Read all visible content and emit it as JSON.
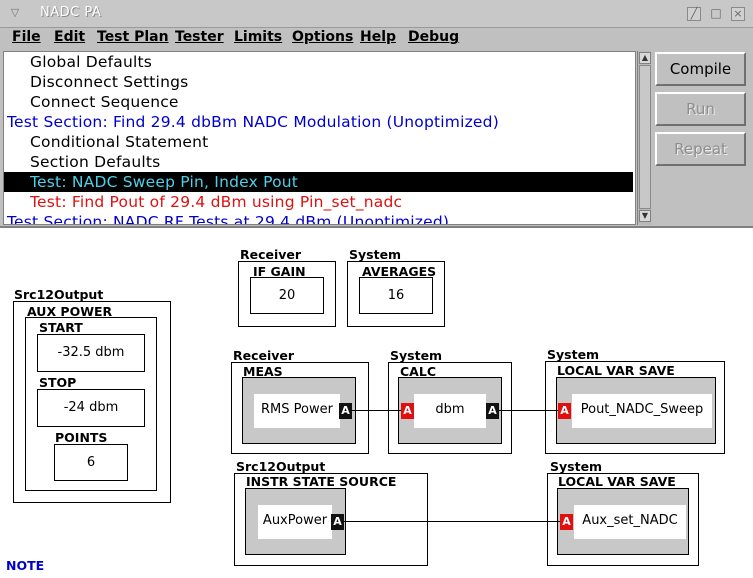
{
  "window": {
    "title": "NADC PA"
  },
  "menubar": {
    "items": [
      "File",
      "Edit",
      "Test Plan",
      "Tester",
      "Limits",
      "Options",
      "Help",
      "Debug"
    ]
  },
  "test_list": {
    "rows": [
      {
        "text": "Global Defaults",
        "indent": 1,
        "color": "black",
        "selected": false
      },
      {
        "text": "Disconnect Settings",
        "indent": 1,
        "color": "black",
        "selected": false
      },
      {
        "text": "Connect Sequence",
        "indent": 1,
        "color": "black",
        "selected": false
      },
      {
        "text": "Test Section: Find 29.4 dbBm NADC Modulation (Unoptimized)",
        "indent": 0,
        "color": "blue",
        "selected": false
      },
      {
        "text": "Conditional Statement",
        "indent": 1,
        "color": "black",
        "selected": false
      },
      {
        "text": "Section Defaults",
        "indent": 1,
        "color": "black",
        "selected": false
      },
      {
        "text": "Test: NADC Sweep Pin, Index Pout",
        "indent": 1,
        "color": "cyan",
        "selected": true
      },
      {
        "text": "Test: Find Pout of 29.4 dBm using Pin_set_nadc",
        "indent": 1,
        "color": "red",
        "selected": false
      },
      {
        "text": "Test Section: NADC RF Tests at 29.4 dBm (Unoptimized)",
        "indent": 0,
        "color": "blue",
        "selected": false
      }
    ]
  },
  "side_buttons": {
    "compile": "Compile",
    "run": "Run",
    "repeat": "Repeat"
  },
  "diagram": {
    "src12_aux": {
      "group": "Src12Output",
      "title": "AUX POWER",
      "start_label": "START",
      "start_value": "-32.5  dbm",
      "stop_label": "STOP",
      "stop_value": "-24  dbm",
      "points_label": "POINTS",
      "points_value": "6"
    },
    "receiver_if": {
      "group": "Receiver",
      "title": "IF GAIN",
      "value": "20"
    },
    "system_avg": {
      "group": "System",
      "title": "AVERAGES",
      "value": "16"
    },
    "receiver_meas": {
      "group": "Receiver",
      "title": "MEAS",
      "value": "RMS Power",
      "port": "A"
    },
    "system_calc": {
      "group": "System",
      "title": "CALC",
      "value": "dbm",
      "port_in": "A",
      "port_out": "A"
    },
    "system_lvs1": {
      "group": "System",
      "title": "LOCAL VAR SAVE",
      "value": "Pout_NADC_Sweep",
      "port": "A"
    },
    "src12_instr": {
      "group": "Src12Output",
      "title": "INSTR STATE SOURCE",
      "value": "AuxPower",
      "port": "A"
    },
    "system_lvs2": {
      "group": "System",
      "title": "LOCAL VAR SAVE",
      "value": "Aux_set_NADC",
      "port": "A"
    },
    "note": "NOTE"
  }
}
